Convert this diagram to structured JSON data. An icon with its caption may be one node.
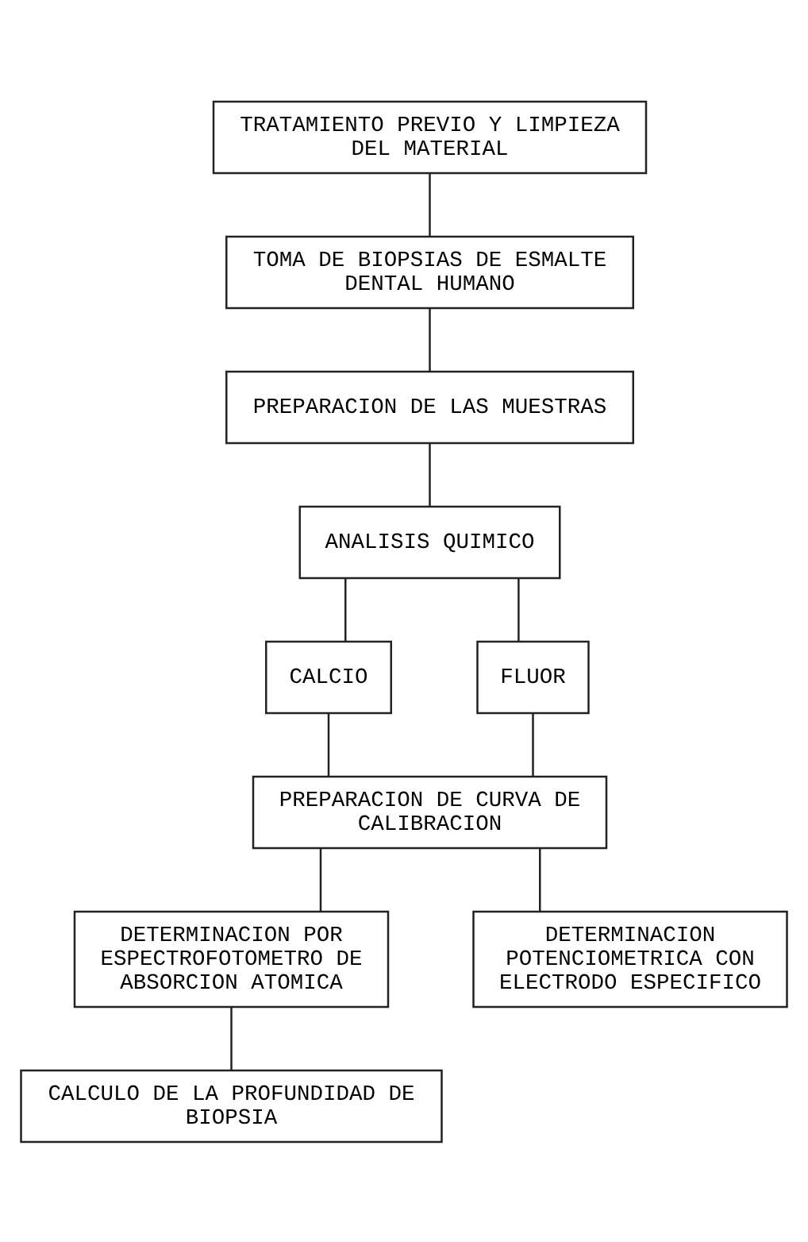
{
  "diagram": {
    "nodes": [
      {
        "text": [
          "TRATAMIENTO PREVIO Y LIMPIEZA DEL MATERIAL"
        ]
      },
      {
        "text": [
          "TOMA DE BIOPSIAS DE ESMALTE DENTAL HUMANO"
        ]
      },
      {
        "text": [
          "PREPARACION DE LAS MUESTRAS"
        ]
      },
      {
        "text": [
          "ANALISIS QUIMICO"
        ]
      },
      {
        "text": [
          "CALCIO"
        ]
      },
      {
        "text": [
          "FLUOR"
        ]
      },
      {
        "text": [
          "PREPARACION DE CURVA DE CALIBRACION"
        ]
      },
      {
        "text": [
          "DETERMINACION POR ESPECTROFOTOMETRO DE ABSORCION ATOMICA"
        ]
      },
      {
        "text": [
          "DETERMINACION POTENCIOMETRICA CON ELECTRODO ESPECIFICO"
        ]
      },
      {
        "text": [
          "CALCULO DE LA PROFUNDIDAD DE BIOPSIA"
        ]
      }
    ],
    "edges": [
      {
        "from": 0,
        "to": 1,
        "arrow": "none"
      },
      {
        "from": 1,
        "to": 2,
        "arrow": "none"
      },
      {
        "from": 2,
        "to": 3,
        "arrow": "none"
      },
      {
        "from": 3,
        "to": 4,
        "arrow": "none"
      },
      {
        "from": 3,
        "to": 5,
        "arrow": "none"
      },
      {
        "from": 4,
        "to": 6,
        "arrow": "none"
      },
      {
        "from": 5,
        "to": 6,
        "arrow": "none"
      },
      {
        "from": 6,
        "to": 7,
        "arrow": "none"
      },
      {
        "from": 6,
        "to": 8,
        "arrow": "none"
      },
      {
        "from": 7,
        "to": 9,
        "arrow": "none"
      }
    ]
  }
}
